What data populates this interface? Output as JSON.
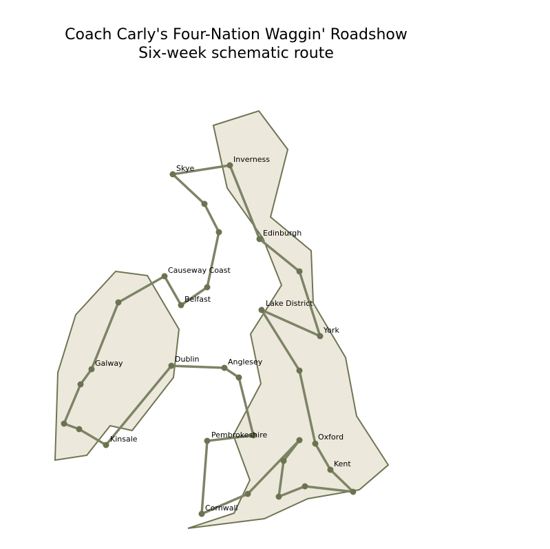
{
  "title": "Coach Carly's Four-Nation Waggin' Roadshow",
  "subtitle": "Six-week schematic route",
  "colors": {
    "land_fill": "#ede8dc",
    "land_stroke": "#6e7552",
    "route": "#7c8466",
    "stop": "#6b7351",
    "background": "#ffffff"
  },
  "landmasses": [
    "great-britain",
    "ireland"
  ],
  "stops": {
    "inverness": "Inverness",
    "skye": "Skye",
    "edinburgh": "Edinburgh",
    "causeway_coast": "Causeway Coast",
    "belfast": "Belfast",
    "lake_district": "Lake District",
    "york": "York",
    "galway": "Galway",
    "dublin": "Dublin",
    "anglesey": "Anglesey",
    "pembrokeshire": "Pembrokeshire",
    "oxford": "Oxford",
    "kinsale": "Kinsale",
    "kent": "Kent",
    "cornwall": "Cornwall"
  }
}
